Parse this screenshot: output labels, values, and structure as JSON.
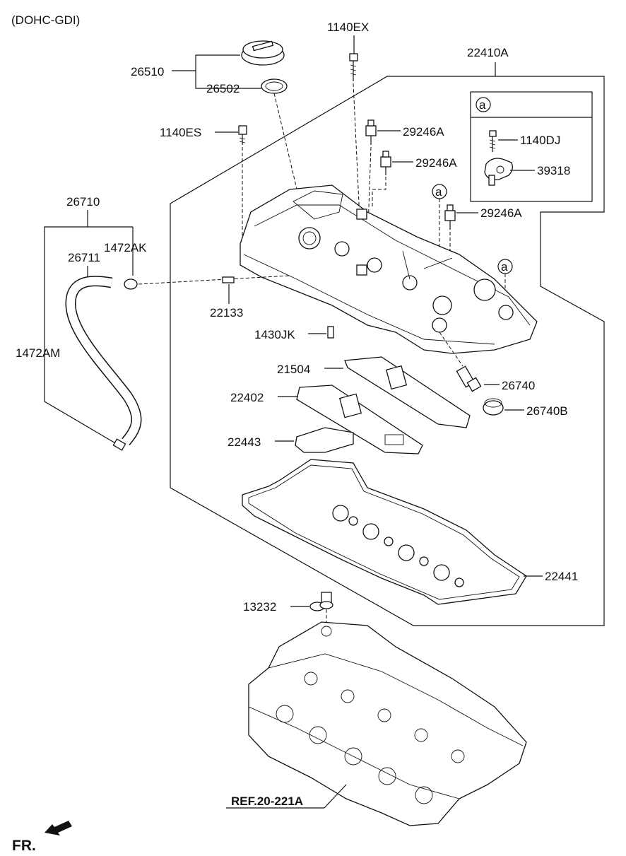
{
  "header": {
    "variant": "(DOHC-GDI)"
  },
  "parts": {
    "p26510": "26510",
    "p26502": "26502",
    "p1140EX": "1140EX",
    "p22410A": "22410A",
    "p1140ES": "1140ES",
    "p29246A_1": "29246A",
    "p29246A_2": "29246A",
    "p29246A_3": "29246A",
    "p1140DJ": "1140DJ",
    "p39318": "39318",
    "p26710": "26710",
    "p1472AK": "1472AK",
    "p26711": "26711",
    "p22133": "22133",
    "p1430JK": "1430JK",
    "p1472AM": "1472AM",
    "p21504": "21504",
    "p22402": "22402",
    "p26740": "26740",
    "p26740B": "26740B",
    "p22443": "22443",
    "p22441": "22441",
    "p13232": "13232"
  },
  "callouts": {
    "inset_marker": "a",
    "marker_1": "a",
    "marker_2": "a"
  },
  "reference": {
    "label": "REF.20-221A"
  },
  "direction": {
    "label": "FR."
  }
}
